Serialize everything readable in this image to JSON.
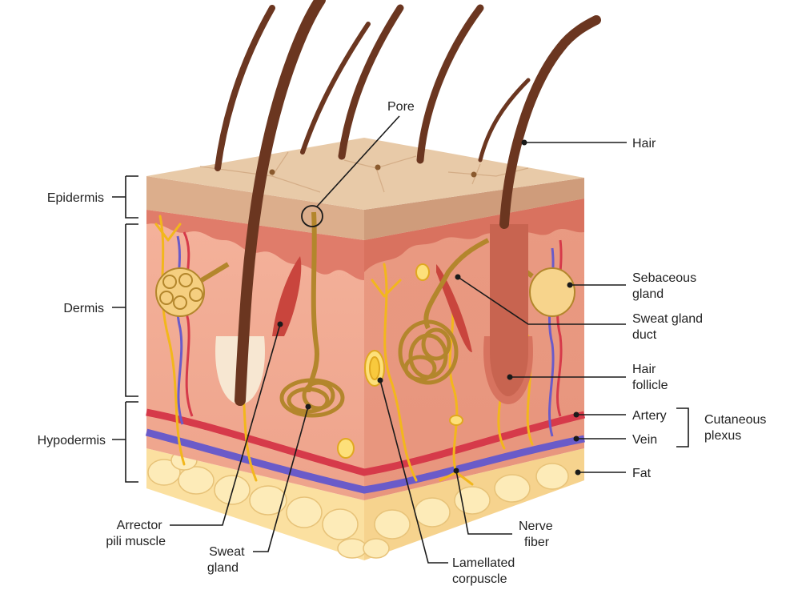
{
  "labels": {
    "pore": "Pore",
    "hair": "Hair",
    "epidermis": "Epidermis",
    "dermis": "Dermis",
    "hypodermis": "Hypodermis",
    "sebaceous_gland": [
      "Sebaceous",
      "gland"
    ],
    "sweat_gland_duct": [
      "Sweat gland",
      "duct"
    ],
    "hair_follicle": [
      "Hair",
      "follicle"
    ],
    "artery": "Artery",
    "vein": "Vein",
    "cutaneous_plexus": [
      "Cutaneous",
      "plexus"
    ],
    "fat": "Fat",
    "arrector_pili_muscle": [
      "Arrector",
      "pili muscle"
    ],
    "sweat_gland": [
      "Sweat",
      "gland"
    ],
    "lamellated_corpuscle": [
      "Lamellated",
      "corpuscle"
    ],
    "nerve_fiber": [
      "Nerve",
      "fiber"
    ]
  },
  "colors": {
    "epidermis_top": "#e8c9a6",
    "epidermis_side": "#d9a98a",
    "dermis": "#f0a88f",
    "dermis_dark": "#e08a74",
    "fat": "#fbe3a4",
    "hair": "#6b3620",
    "artery": "#d63a4a",
    "vein": "#6a5bc9",
    "nerve": "#f2b71c",
    "gland": "#b3862c"
  }
}
